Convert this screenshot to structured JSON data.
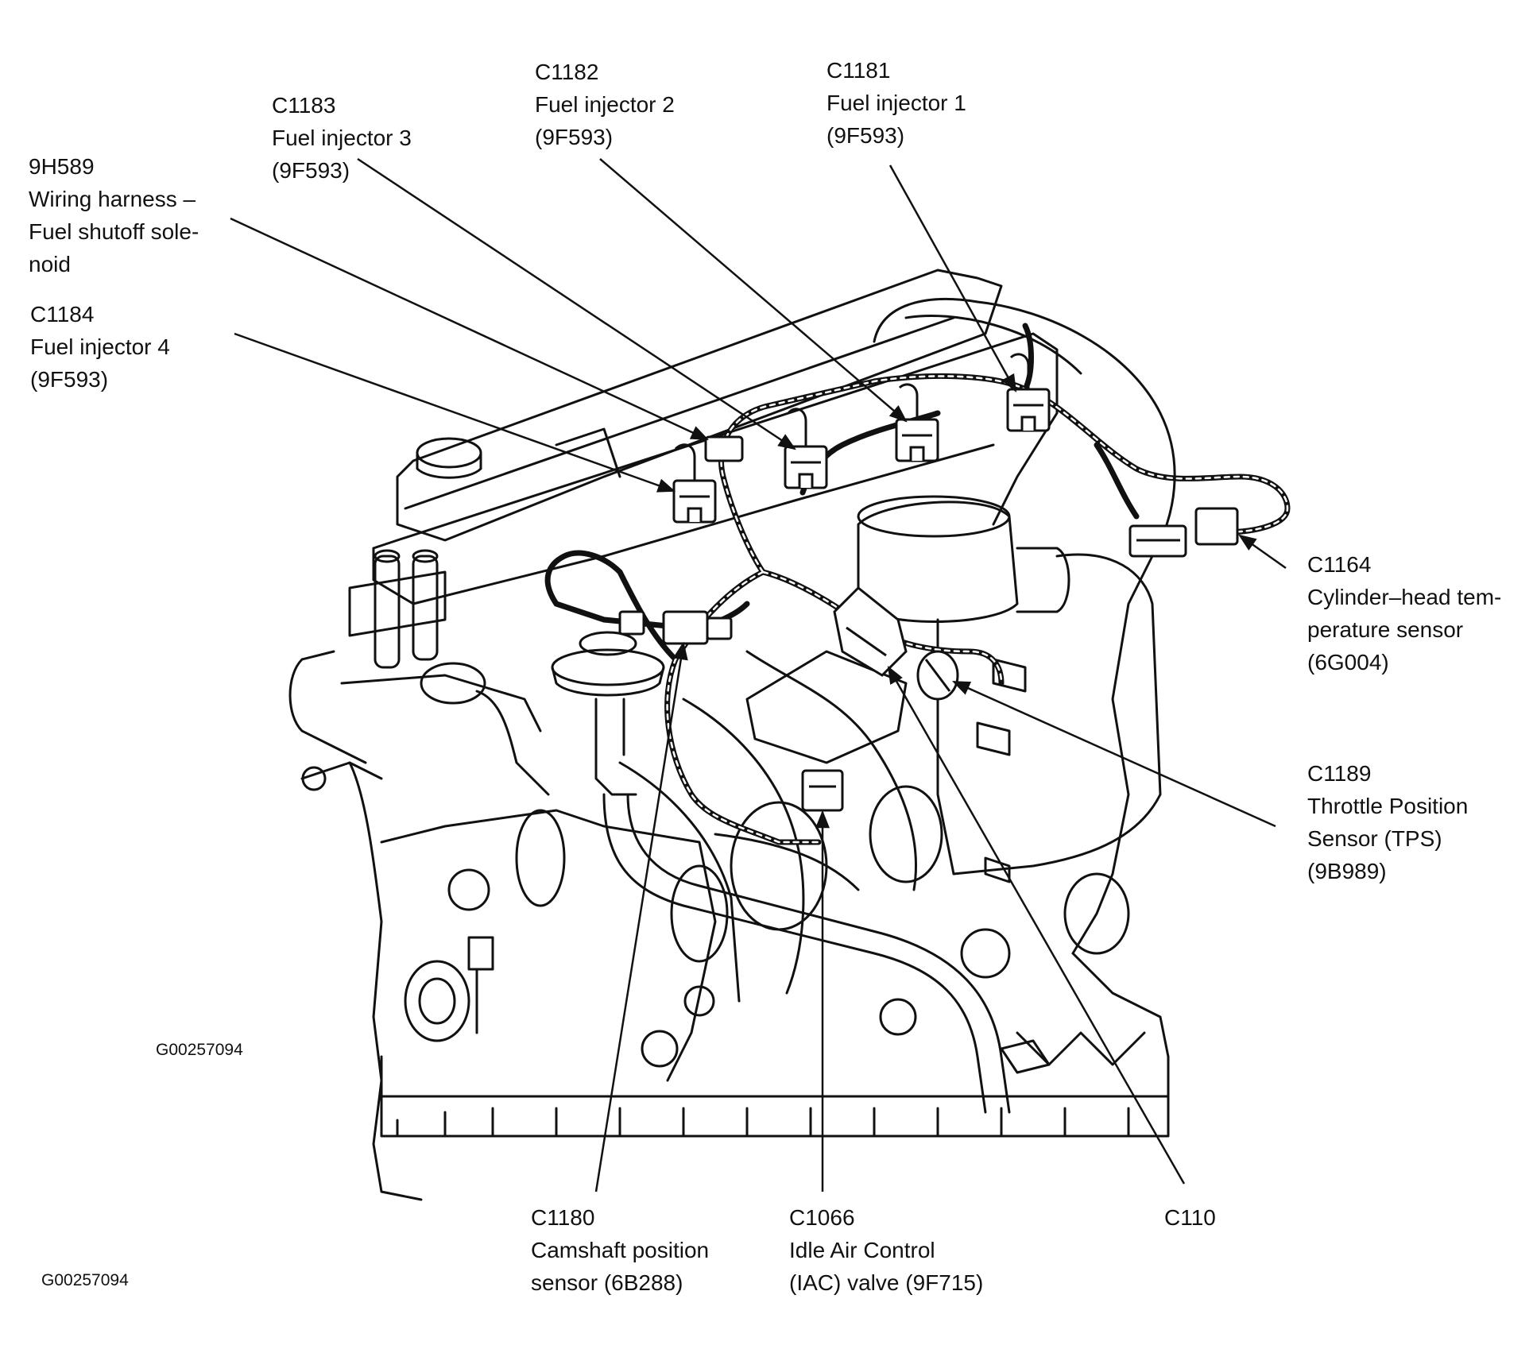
{
  "figure_ids": [
    "G00257094",
    "G00257094"
  ],
  "callouts": [
    {
      "code": "9H589",
      "lines": [
        "Wiring harness –",
        "Fuel shutoff sole-",
        "noid"
      ]
    },
    {
      "code": "C1183",
      "lines": [
        "Fuel injector 3",
        "(9F593)"
      ]
    },
    {
      "code": "C1182",
      "lines": [
        "Fuel injector 2",
        "(9F593)"
      ]
    },
    {
      "code": "C1181",
      "lines": [
        "Fuel injector 1",
        "(9F593)"
      ]
    },
    {
      "code": "C1184",
      "lines": [
        "Fuel injector 4",
        "(9F593)"
      ]
    },
    {
      "code": "C1164",
      "lines": [
        "Cylinder–head tem-",
        "perature sensor",
        "(6G004)"
      ]
    },
    {
      "code": "C1189",
      "lines": [
        "Throttle Position",
        "Sensor (TPS)",
        "(9B989)"
      ]
    },
    {
      "code": "C1180",
      "lines": [
        "Camshaft position",
        "sensor (6B288)"
      ]
    },
    {
      "code": "C1066",
      "lines": [
        "Idle Air Control",
        "(IAC) valve (9F715)"
      ]
    },
    {
      "code": "C110",
      "lines": []
    }
  ]
}
